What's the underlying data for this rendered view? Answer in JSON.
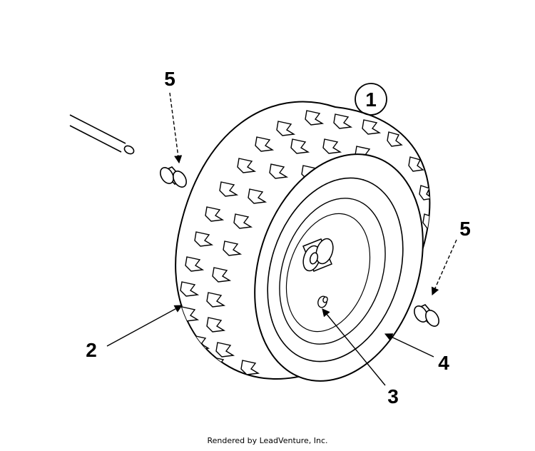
{
  "callouts": {
    "c1": "1",
    "c2": "2",
    "c3": "3",
    "c4": "4",
    "c5_top": "5",
    "c5_right": "5"
  },
  "footer": "Rendered by LeadVenture, Inc.",
  "colors": {
    "ink": "#000000",
    "background": "#ffffff"
  }
}
